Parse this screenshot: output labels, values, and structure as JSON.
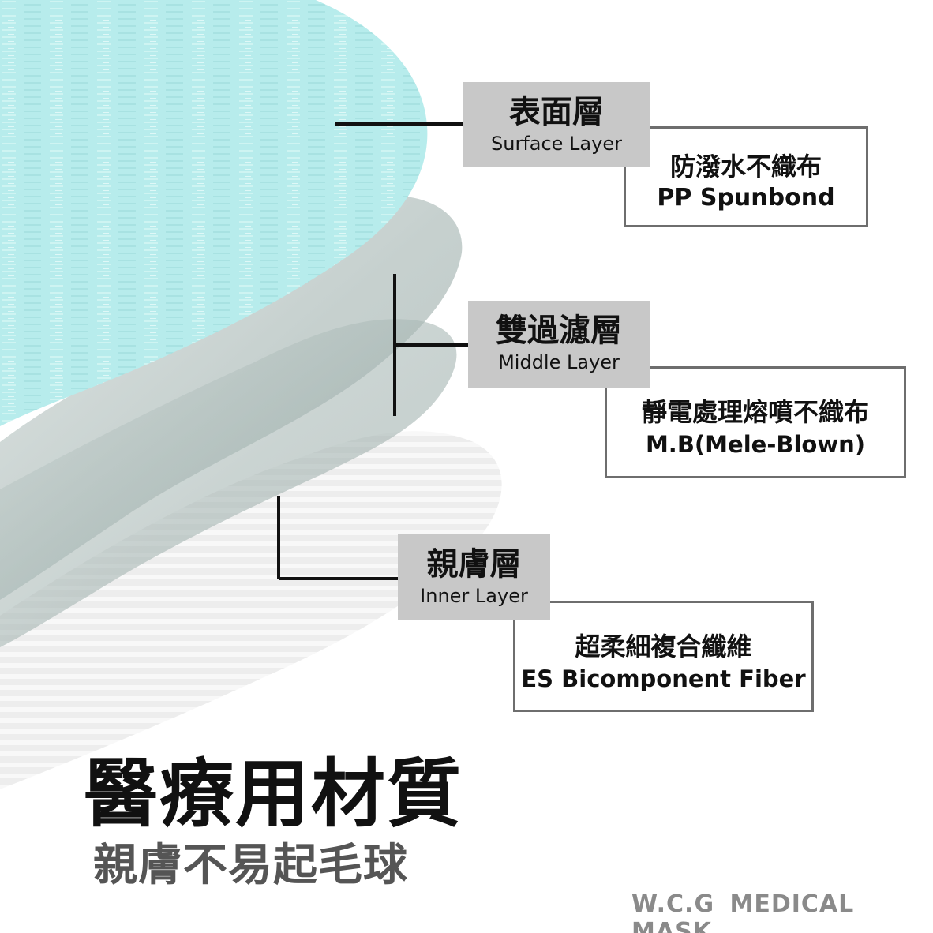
{
  "layers": [
    {
      "name_zh": "表面層",
      "name_en": "Surface Layer",
      "material_zh": "防潑水不織布",
      "material_en": "PP Spunbond"
    },
    {
      "name_zh": "雙過濾層",
      "name_en": "Middle Layer",
      "material_zh": "靜電處理熔噴不織布",
      "material_en": "M.B(Mele-Blown)"
    },
    {
      "name_zh": "親膚層",
      "name_en": "Inner Layer",
      "material_zh": "超柔細複合纖維",
      "material_en": "ES Bicomponent Fiber"
    }
  ],
  "headline": "醫療用材質",
  "subheadline": "親膚不易起毛球",
  "brand": "W.C.G MEDICAL MASK",
  "colors": {
    "surface_layer": "#b7ecec",
    "middle_layer": "#a9b8b5",
    "inner_layer": "#e9e9e9",
    "label_bg": "#c8c8c8",
    "box_border": "#6e6e6e",
    "headline": "#111111",
    "subheadline": "#555555",
    "brand": "#8a8a8a"
  }
}
